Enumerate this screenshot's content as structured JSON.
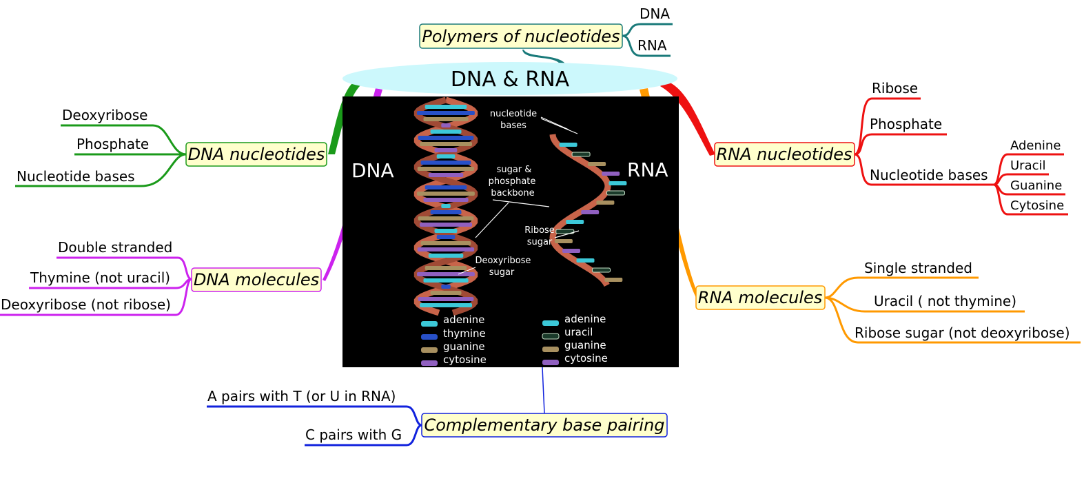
{
  "central": {
    "title": "DNA & RNA"
  },
  "polymers": {
    "label": "Polymers of nucleotides",
    "children": [
      "DNA",
      "RNA"
    ],
    "color": "#1a7a7a"
  },
  "dna_nucleotides": {
    "label": "DNA nucleotides",
    "children": [
      "Deoxyribose",
      "Phosphate",
      "Nucleotide bases"
    ],
    "color": "#1a9a1a"
  },
  "dna_molecules": {
    "label": "DNA molecules",
    "children": [
      "Double stranded",
      "Thymine (not uracil)",
      "Deoxyribose (not ribose)"
    ],
    "color": "#cc22ee"
  },
  "rna_nucleotides": {
    "label": "RNA nucleotides",
    "children": [
      "Ribose",
      "Phosphate",
      "Nucleotide bases"
    ],
    "bases": [
      "Adenine",
      "Uracil",
      "Guanine",
      "Cytosine"
    ],
    "color": "#ee1111"
  },
  "rna_molecules": {
    "label": "RNA molecules",
    "children": [
      "Single stranded",
      "Uracil ( not thymine)",
      "Ribose sugar (not deoxyribose)"
    ],
    "color": "#ff9900"
  },
  "base_pairing": {
    "label": "Complementary base pairing",
    "children": [
      "A pairs with T (or U in RNA)",
      "C pairs with G"
    ],
    "color": "#1122dd"
  },
  "image": {
    "dna_title": "DNA",
    "rna_title": "RNA",
    "nucleotide_bases": [
      "nucleotide",
      "bases"
    ],
    "backbone": [
      "sugar &",
      "phosphate",
      "backbone"
    ],
    "ribose_sugar": [
      "Ribose",
      "sugar"
    ],
    "deoxyribose_sugar": [
      "Deoxyribose",
      "sugar"
    ],
    "dna_legend": [
      "adenine",
      "thymine",
      "guanine",
      "cytosine"
    ],
    "rna_legend": [
      "adenine",
      "uracil",
      "guanine",
      "cytosine"
    ]
  }
}
